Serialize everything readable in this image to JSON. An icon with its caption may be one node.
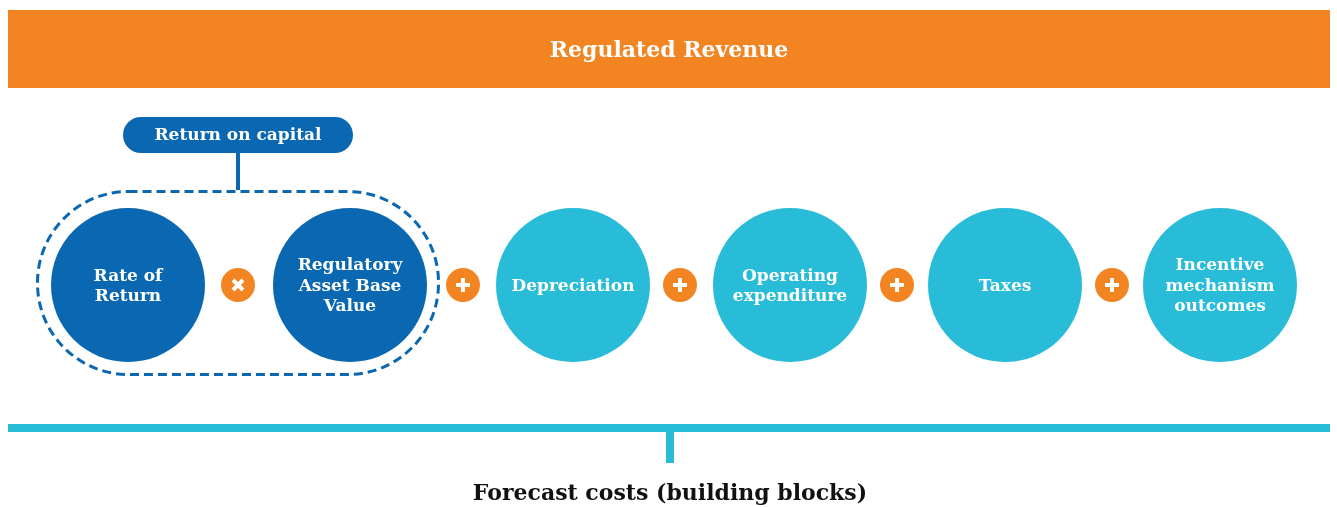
{
  "diagram": {
    "nodes": [
      {
        "text": [
          "Regulated Revenue"
        ]
      },
      {
        "text": [
          "Return on capital"
        ]
      },
      {
        "text": [],
        "shape": "box"
      },
      {
        "text": [
          "Rate of Return"
        ],
        "in": 2
      },
      {
        "text": [
          "Regulatory Asset Base Value"
        ],
        "in": 2
      },
      {
        "text": [
          "Depreciation"
        ]
      },
      {
        "text": [
          "Operating expenditure"
        ]
      },
      {
        "text": [
          "Taxes"
        ]
      },
      {
        "text": [
          "Incentive mechanism outcomes"
        ]
      }
    ],
    "edges": [
      {
        "from": 1,
        "to": 2,
        "arrow": "none"
      }
    ],
    "labels": [
      "Forecast costs (building blocks)"
    ]
  }
}
